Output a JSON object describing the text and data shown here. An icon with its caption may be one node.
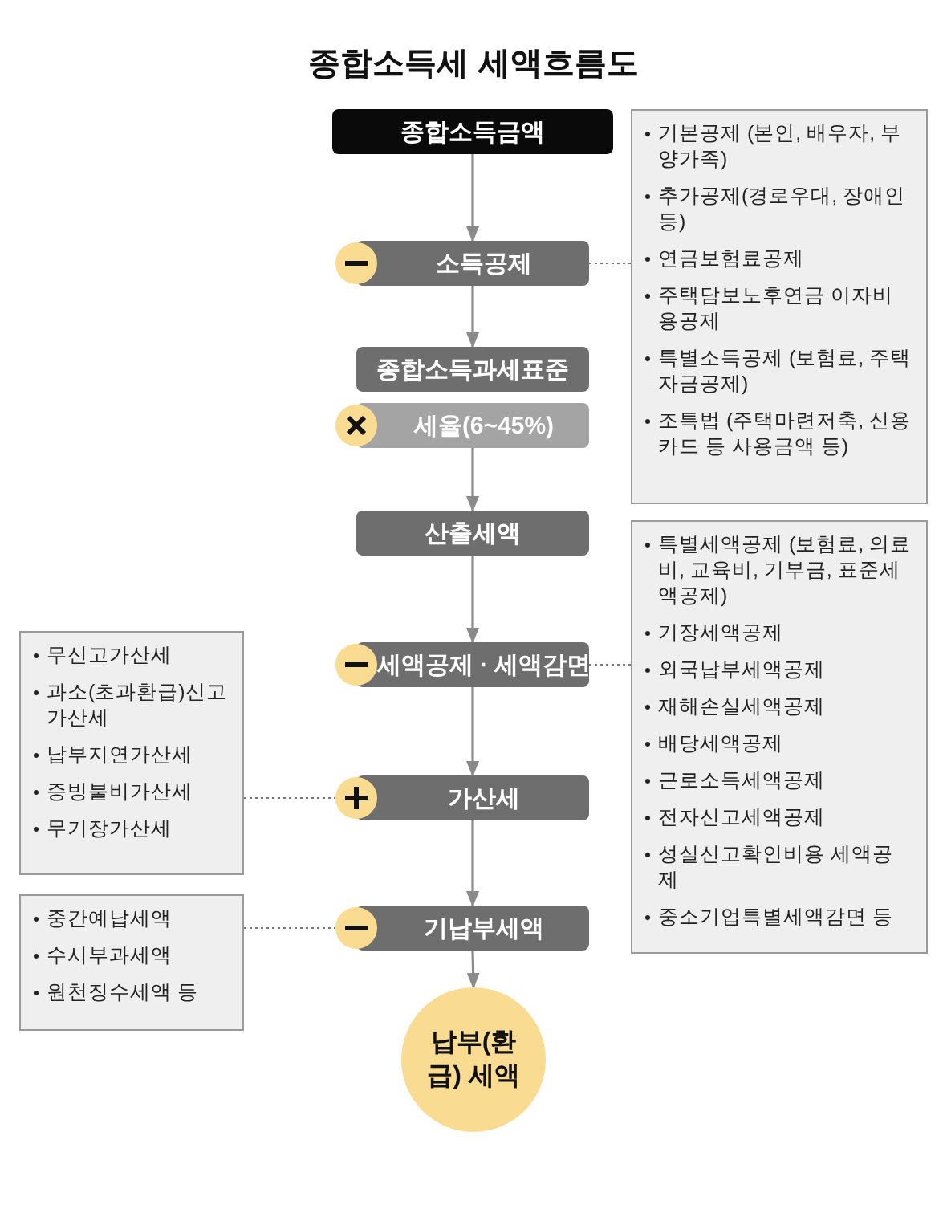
{
  "diagram": {
    "title": "종합소득세 세액흐름도",
    "nodes": [
      {
        "text": [
          "종합소득금액"
        ]
      },
      {
        "text": [
          "소득공제"
        ]
      },
      {
        "text": [
          "종합소득과세표준"
        ]
      },
      {
        "text": [
          "세율(6~45%)"
        ]
      },
      {
        "text": [
          "산출세액"
        ]
      },
      {
        "text": [
          "세액공제 · 세액감면"
        ]
      },
      {
        "text": [
          "가산세"
        ]
      },
      {
        "text": [
          "기납부세액"
        ]
      },
      {
        "text": [
          "납부(환급) 세액"
        ]
      },
      {
        "text": [
          "기본공제 (본인, 배우자, 부양가족)",
          "추가공제(경로우대, 장애인 등)",
          "연금보험료공제",
          "주택담보노후연금 이자비용공제",
          "특별소득공제 (보험료, 주택자금공제)",
          "조특법 (주택마련저축, 신용카드 등 사용금액 등)"
        ]
      },
      {
        "text": [
          "특별세액공제 (보험료, 의료비, 교육비, 기부금, 표준세액공제)",
          "기장세액공제",
          "외국납부세액공제",
          "재해손실세액공제",
          "배당세액공제",
          "근로소득세액공제",
          "전자신고세액공제",
          "성실신고확인비용 세액공제",
          "중소기업특별세액감면 등"
        ]
      },
      {
        "text": [
          "무신고가산세",
          "과소(초과환급)신고 가산세",
          "납부지연가산세",
          "증빙불비가산세",
          "무기장가산세"
        ]
      },
      {
        "text": [
          "중간예납세액",
          "수시부과세액",
          "원천징수세액 등"
        ]
      }
    ],
    "edges": [
      {
        "from": 0,
        "to": 1,
        "arrow": "to"
      },
      {
        "from": 1,
        "to": 2,
        "arrow": "to"
      },
      {
        "from": 3,
        "to": 4,
        "arrow": "to"
      },
      {
        "from": 4,
        "to": 5,
        "arrow": "to"
      },
      {
        "from": 5,
        "to": 6,
        "arrow": "to"
      },
      {
        "from": 6,
        "to": 7,
        "arrow": "to"
      },
      {
        "from": 7,
        "to": 8,
        "arrow": "to"
      },
      {
        "from": 9,
        "to": 1,
        "arrow": "none",
        "style": "dashed"
      },
      {
        "from": 10,
        "to": 5,
        "arrow": "none",
        "style": "dashed"
      },
      {
        "from": 11,
        "to": 6,
        "arrow": "none",
        "style": "dashed"
      },
      {
        "from": 12,
        "to": 7,
        "arrow": "none",
        "style": "dashed"
      }
    ]
  }
}
